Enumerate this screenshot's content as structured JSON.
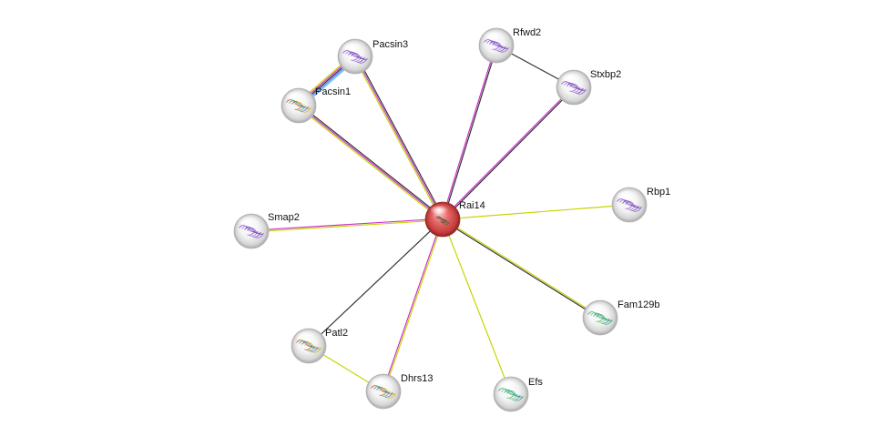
{
  "network": {
    "center_node": "Rai14",
    "nodes": [
      {
        "id": "rai14",
        "label": "Rai14",
        "color": "#e06060",
        "structure": "small"
      },
      {
        "id": "pacsin3",
        "label": "Pacsin3",
        "color": "#ffffff",
        "structure": "purple"
      },
      {
        "id": "pacsin1",
        "label": "Pacsin1",
        "color": "#ffffff",
        "structure": "rainbow"
      },
      {
        "id": "rfwd2",
        "label": "Rfwd2",
        "color": "#ffffff",
        "structure": "purple"
      },
      {
        "id": "stxbp2",
        "label": "Stxbp2",
        "color": "#ffffff",
        "structure": "purple"
      },
      {
        "id": "rbp1",
        "label": "Rbp1",
        "color": "#ffffff",
        "structure": "purple"
      },
      {
        "id": "smap2",
        "label": "Smap2",
        "color": "#ffffff",
        "structure": "purple"
      },
      {
        "id": "fam129b",
        "label": "Fam129b",
        "color": "#ffffff",
        "structure": "green"
      },
      {
        "id": "patl2",
        "label": "Patl2",
        "color": "#ffffff",
        "structure": "rainbow"
      },
      {
        "id": "dhrs13",
        "label": "Dhrs13",
        "color": "#ffffff",
        "structure": "rainbow"
      },
      {
        "id": "efs",
        "label": "Efs",
        "color": "#ffffff",
        "structure": "green"
      }
    ],
    "edges": [
      {
        "source": "rai14",
        "target": "pacsin3",
        "colors": [
          "#c8d400",
          "#cc33cc",
          "#333333"
        ]
      },
      {
        "source": "rai14",
        "target": "pacsin1",
        "colors": [
          "#c8d400",
          "#cc33cc",
          "#333333"
        ]
      },
      {
        "source": "pacsin1",
        "target": "pacsin3",
        "colors": [
          "#c8d400",
          "#cc33cc",
          "#333333",
          "#5577ff",
          "#55bbff"
        ]
      },
      {
        "source": "rai14",
        "target": "rfwd2",
        "colors": [
          "#cc33cc",
          "#333333"
        ]
      },
      {
        "source": "rai14",
        "target": "stxbp2",
        "colors": [
          "#cc33cc",
          "#333333"
        ]
      },
      {
        "source": "rfwd2",
        "target": "stxbp2",
        "colors": [
          "#333333"
        ]
      },
      {
        "source": "rai14",
        "target": "rbp1",
        "colors": [
          "#c8d400"
        ]
      },
      {
        "source": "rai14",
        "target": "smap2",
        "colors": [
          "#c8d400",
          "#cc33cc"
        ]
      },
      {
        "source": "rai14",
        "target": "fam129b",
        "colors": [
          "#c8d400",
          "#333333"
        ]
      },
      {
        "source": "rai14",
        "target": "patl2",
        "colors": [
          "#333333"
        ]
      },
      {
        "source": "rai14",
        "target": "dhrs13",
        "colors": [
          "#c8d400",
          "#cc33cc"
        ]
      },
      {
        "source": "rai14",
        "target": "efs",
        "colors": [
          "#c8d400"
        ]
      },
      {
        "source": "patl2",
        "target": "dhrs13",
        "colors": [
          "#c8d400"
        ]
      }
    ]
  }
}
